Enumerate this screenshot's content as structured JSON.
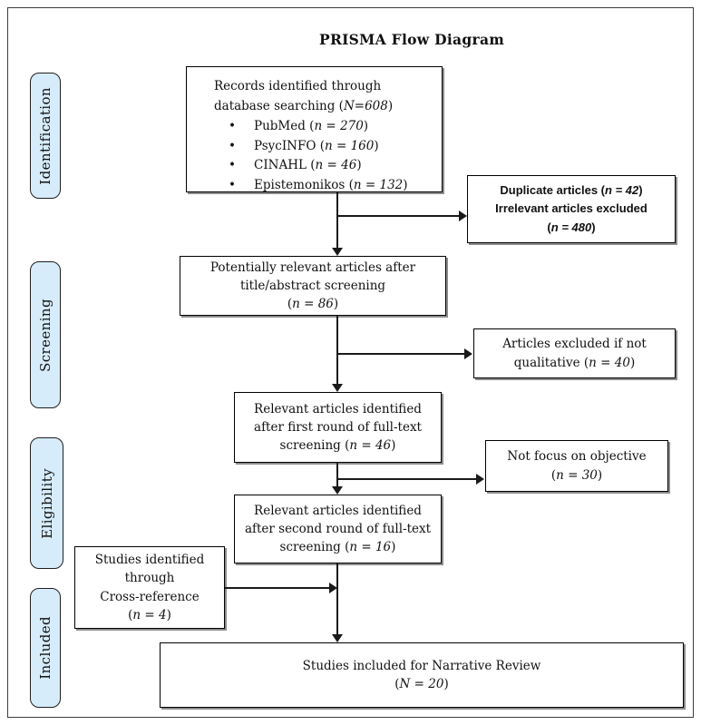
{
  "title": "PRISMA Flow Diagram",
  "stages": [
    {
      "label": "Identification"
    },
    {
      "label": "Screening"
    },
    {
      "label": "Eligibility"
    },
    {
      "label": "Included"
    }
  ],
  "colors": {
    "stage_fill": "#d6ecfa",
    "box_border": "#000000",
    "box_shadow": "#8c8c8c",
    "connector": "#1a1a1a"
  },
  "boxes": {
    "records": {
      "line1": "Records identified through",
      "line2_pre": "database searching (",
      "line2_stat": "N=608",
      "line2_post": ")",
      "bullet_glyph": "•",
      "bullets": [
        {
          "pre": "PubMed (",
          "stat": "n = 270",
          "post": ")"
        },
        {
          "pre": "PsycINFO (",
          "stat": "n = 160",
          "post": ")"
        },
        {
          "pre": "CINAHL (",
          "stat": "n = 46",
          "post": ")"
        },
        {
          "pre": "Epistemonikos (",
          "stat": "n = 132",
          "post": ")"
        }
      ]
    },
    "duplicates": {
      "line1_pre": "Duplicate articles (",
      "line1_stat": "n = 42",
      "line1_post": ")",
      "line2": "Irrelevant articles excluded",
      "line3_pre": "(",
      "line3_stat": "n = 480",
      "line3_post": ")"
    },
    "screened": {
      "line1": "Potentially relevant articles after",
      "line2": "title/abstract screening",
      "line3_pre": "(",
      "line3_stat": "n = 86",
      "line3_post": ")"
    },
    "excluded_qualitative": {
      "line1": "Articles excluded if not",
      "line2_pre": "qualitative (",
      "line2_stat": "n = 40",
      "line2_post": ")"
    },
    "first_round": {
      "line1": "Relevant articles identified",
      "line2": "after first round of full-text",
      "line3_pre": "screening (",
      "line3_stat": "n = 46",
      "line3_post": ")"
    },
    "not_focus": {
      "line1": "Not focus on objective",
      "line2_pre": "(",
      "line2_stat": "n = 30",
      "line2_post": ")"
    },
    "second_round": {
      "line1": "Relevant articles identified",
      "line2": "after second round of full-text",
      "line3_pre": "screening (",
      "line3_stat": "n = 16",
      "line3_post": ")"
    },
    "cross_reference": {
      "line1": "Studies identified",
      "line2": "through",
      "line3": "Cross-reference",
      "line4_pre": "(",
      "line4_stat": "n = 4",
      "line4_post": ")"
    },
    "included_final": {
      "line1": "Studies included for Narrative Review",
      "line2_pre": "(",
      "line2_stat": "N = 20",
      "line2_post": ")"
    }
  }
}
